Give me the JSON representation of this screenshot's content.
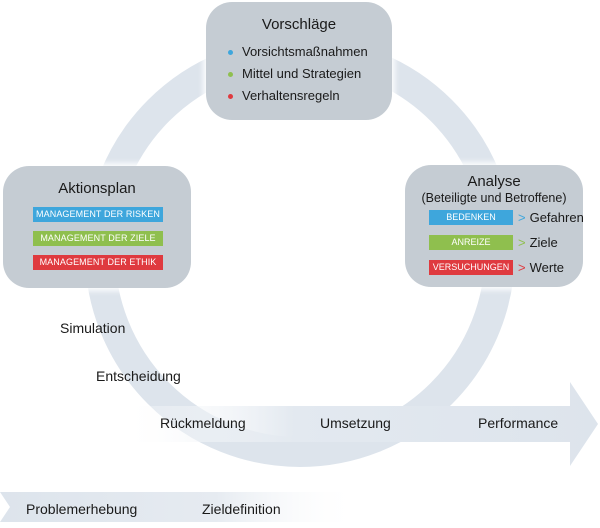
{
  "colors": {
    "blue": "#3ea6dc",
    "green": "#8fbf4e",
    "red": "#df3a3f",
    "box_fill": "#c5ccd3",
    "cycle_fill": "#dde4ec",
    "arrow_fill": "#e3e9f0"
  },
  "vorschlaege": {
    "title": "Vorschläge",
    "items": [
      {
        "label": "Vorsichtsmaßnahmen",
        "color": "#3ea6dc"
      },
      {
        "label": "Mittel und Strategien",
        "color": "#8fbf4e"
      },
      {
        "label": "Verhaltensregeln",
        "color": "#df3a3f"
      }
    ]
  },
  "aktionsplan": {
    "title": "Aktionsplan",
    "tags": [
      {
        "label": "MANAGEMENT DER RISKEN",
        "color": "#3ea6dc"
      },
      {
        "label": "MANAGEMENT DER ZIELE",
        "color": "#8fbf4e"
      },
      {
        "label": "MANAGEMENT DER ETHIK",
        "color": "#df3a3f"
      }
    ]
  },
  "analyse": {
    "title": "Analyse",
    "subtitle": "(Beteiligte und Betroffene)",
    "rows": [
      {
        "tag": "BEDENKEN",
        "word": "Gefahren",
        "color": "#3ea6dc"
      },
      {
        "tag": "ANREIZE",
        "word": "Ziele",
        "color": "#8fbf4e"
      },
      {
        "tag": "VERSUCHUNGEN",
        "word": "Werte",
        "color": "#df3a3f"
      }
    ],
    "arrow": ">"
  },
  "steps": {
    "simulation": "Simulation",
    "entscheidung": "Entscheidung",
    "rueckmeldung": "Rückmeldung",
    "umsetzung": "Umsetzung",
    "performance": "Performance",
    "problemerhebung": "Problemerhebung",
    "zieldefinition": "Zieldefinition"
  }
}
